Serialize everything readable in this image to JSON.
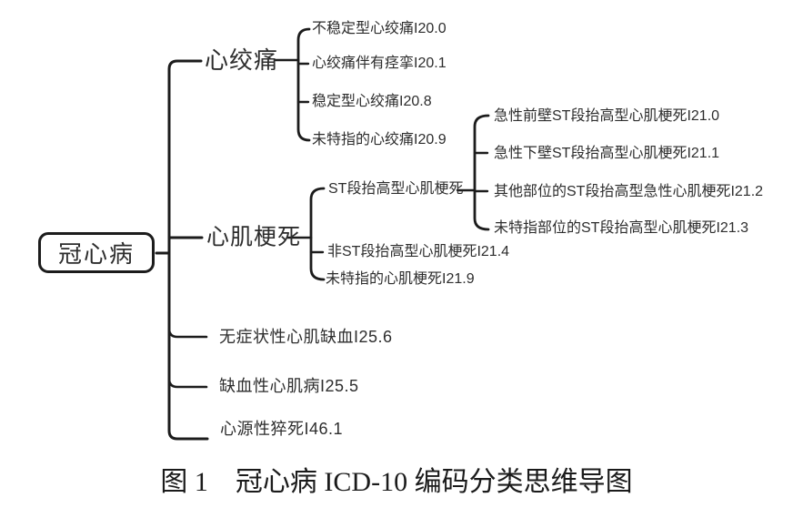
{
  "colors": {
    "line": "#1c1c1c",
    "text": "#2d2d2d",
    "background": "#ffffff"
  },
  "caption": "图 1　冠心病 ICD-10 编码分类思维导图",
  "mindmap": {
    "root": {
      "label": "冠心病"
    },
    "branches": [
      {
        "label": "心绞痛",
        "children": [
          {
            "label": "不稳定型心绞痛I20.0"
          },
          {
            "label": "心绞痛伴有痉挛I20.1"
          },
          {
            "label": "稳定型心绞痛I20.8"
          },
          {
            "label": "未特指的心绞痛I20.9"
          }
        ]
      },
      {
        "label": "心肌梗死",
        "children": [
          {
            "label": "ST段抬高型心肌梗死",
            "children": [
              {
                "label": "急性前壁ST段抬高型心肌梗死I21.0"
              },
              {
                "label": "急性下壁ST段抬高型心肌梗死I21.1"
              },
              {
                "label": "其他部位的ST段抬高型急性心肌梗死I21.2"
              },
              {
                "label": "未特指部位的ST段抬高型心肌梗死I21.3"
              }
            ]
          },
          {
            "label": "非ST段抬高型心肌梗死I21.4"
          },
          {
            "label": "未特指的心肌梗死I21.9"
          }
        ]
      },
      {
        "label": "无症状性心肌缺血I25.6"
      },
      {
        "label": "缺血性心肌病I25.5"
      },
      {
        "label": "心源性猝死I46.1"
      }
    ]
  }
}
